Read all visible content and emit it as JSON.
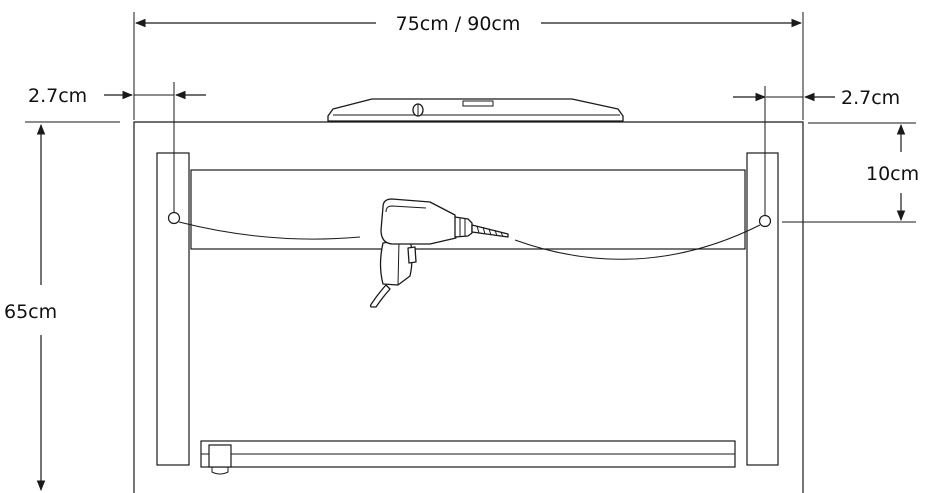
{
  "dimensions": {
    "width": "75cm / 90cm",
    "left_inset": "2.7cm",
    "right_inset": "2.7cm",
    "drop": "10cm",
    "height": "65cm"
  },
  "icons": {
    "level_tool": "spirit-level-icon",
    "drill": "power-drill-icon"
  }
}
